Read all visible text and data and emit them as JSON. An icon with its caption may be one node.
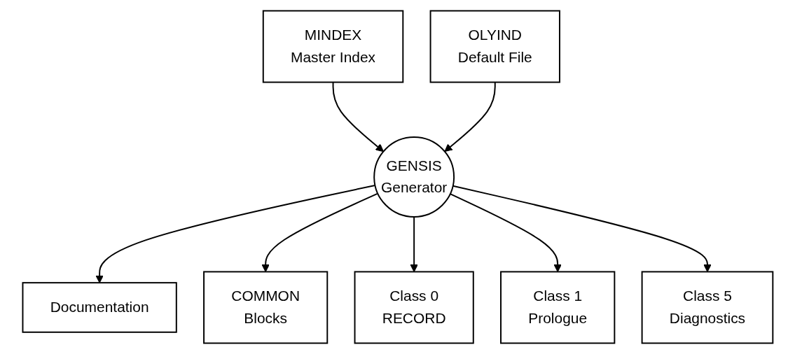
{
  "diagram": {
    "nodes": [
      {
        "text": [
          "MINDEX",
          "Master Index"
        ]
      },
      {
        "text": [
          "OLYIND",
          "Default File"
        ]
      },
      {
        "text": [
          "GENSIS",
          "Generator"
        ]
      },
      {
        "text": [
          "Documentation"
        ]
      },
      {
        "text": [
          "COMMON",
          "Blocks"
        ]
      },
      {
        "text": [
          "Class 0",
          "RECORD"
        ]
      },
      {
        "text": [
          "Class 1",
          "Prologue"
        ]
      },
      {
        "text": [
          "Class 5",
          "Diagnostics"
        ]
      }
    ],
    "edges": [
      {
        "from": 0,
        "to": 2,
        "arrow": "to"
      },
      {
        "from": 1,
        "to": 2,
        "arrow": "to"
      },
      {
        "from": 2,
        "to": 3,
        "arrow": "to"
      },
      {
        "from": 2,
        "to": 4,
        "arrow": "to"
      },
      {
        "from": 2,
        "to": 5,
        "arrow": "to"
      },
      {
        "from": 2,
        "to": 6,
        "arrow": "to"
      },
      {
        "from": 2,
        "to": 7,
        "arrow": "to"
      }
    ]
  }
}
